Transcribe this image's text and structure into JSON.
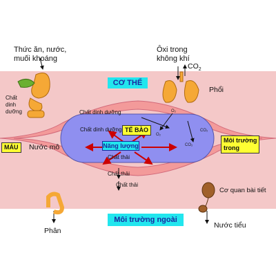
{
  "labels": {
    "food_intake": [
      "Thức ăn, nước,",
      "muối khoáng"
    ],
    "oxygen_air": [
      "Ôxi trong",
      "không khí"
    ],
    "co2_top": "CO",
    "co2_top_sub": "2",
    "body": "CƠ THỂ",
    "lungs": "Phổi",
    "nutrients_side": [
      "Chất",
      "dinh",
      "dưỡng"
    ],
    "nutrients_vessel": "Chất dinh dưỡng",
    "nutrients_cell": "Chất dinh dưỡng",
    "cell": "TẾ BÀO",
    "energy": "Năng lượng",
    "waste_cell": "Chất thải",
    "waste_vessel_1": "Chất thải",
    "waste_vessel_2": "Chất thải",
    "blood": "MÁU",
    "tissue_fluid": "Nước mô",
    "internal_env": [
      "Môi trường",
      "trong"
    ],
    "excretory": "Cơ quan bài tiết",
    "feces": "Phân",
    "urine": "Nước tiểu",
    "external_env": "Môi trường ngoài",
    "o2_small": "O₂",
    "o2_cell": "O₂",
    "co2_small": "CO₂",
    "co2_cell": "CO₂"
  },
  "colors": {
    "body_bg": "#f4c8c8",
    "vessel": "#f39a9a",
    "cell": "#8f8ff0",
    "label_box": "#ffff33",
    "title_box": "#22e6ee",
    "organ": "#f5a836",
    "arrow": "#cc0000"
  }
}
